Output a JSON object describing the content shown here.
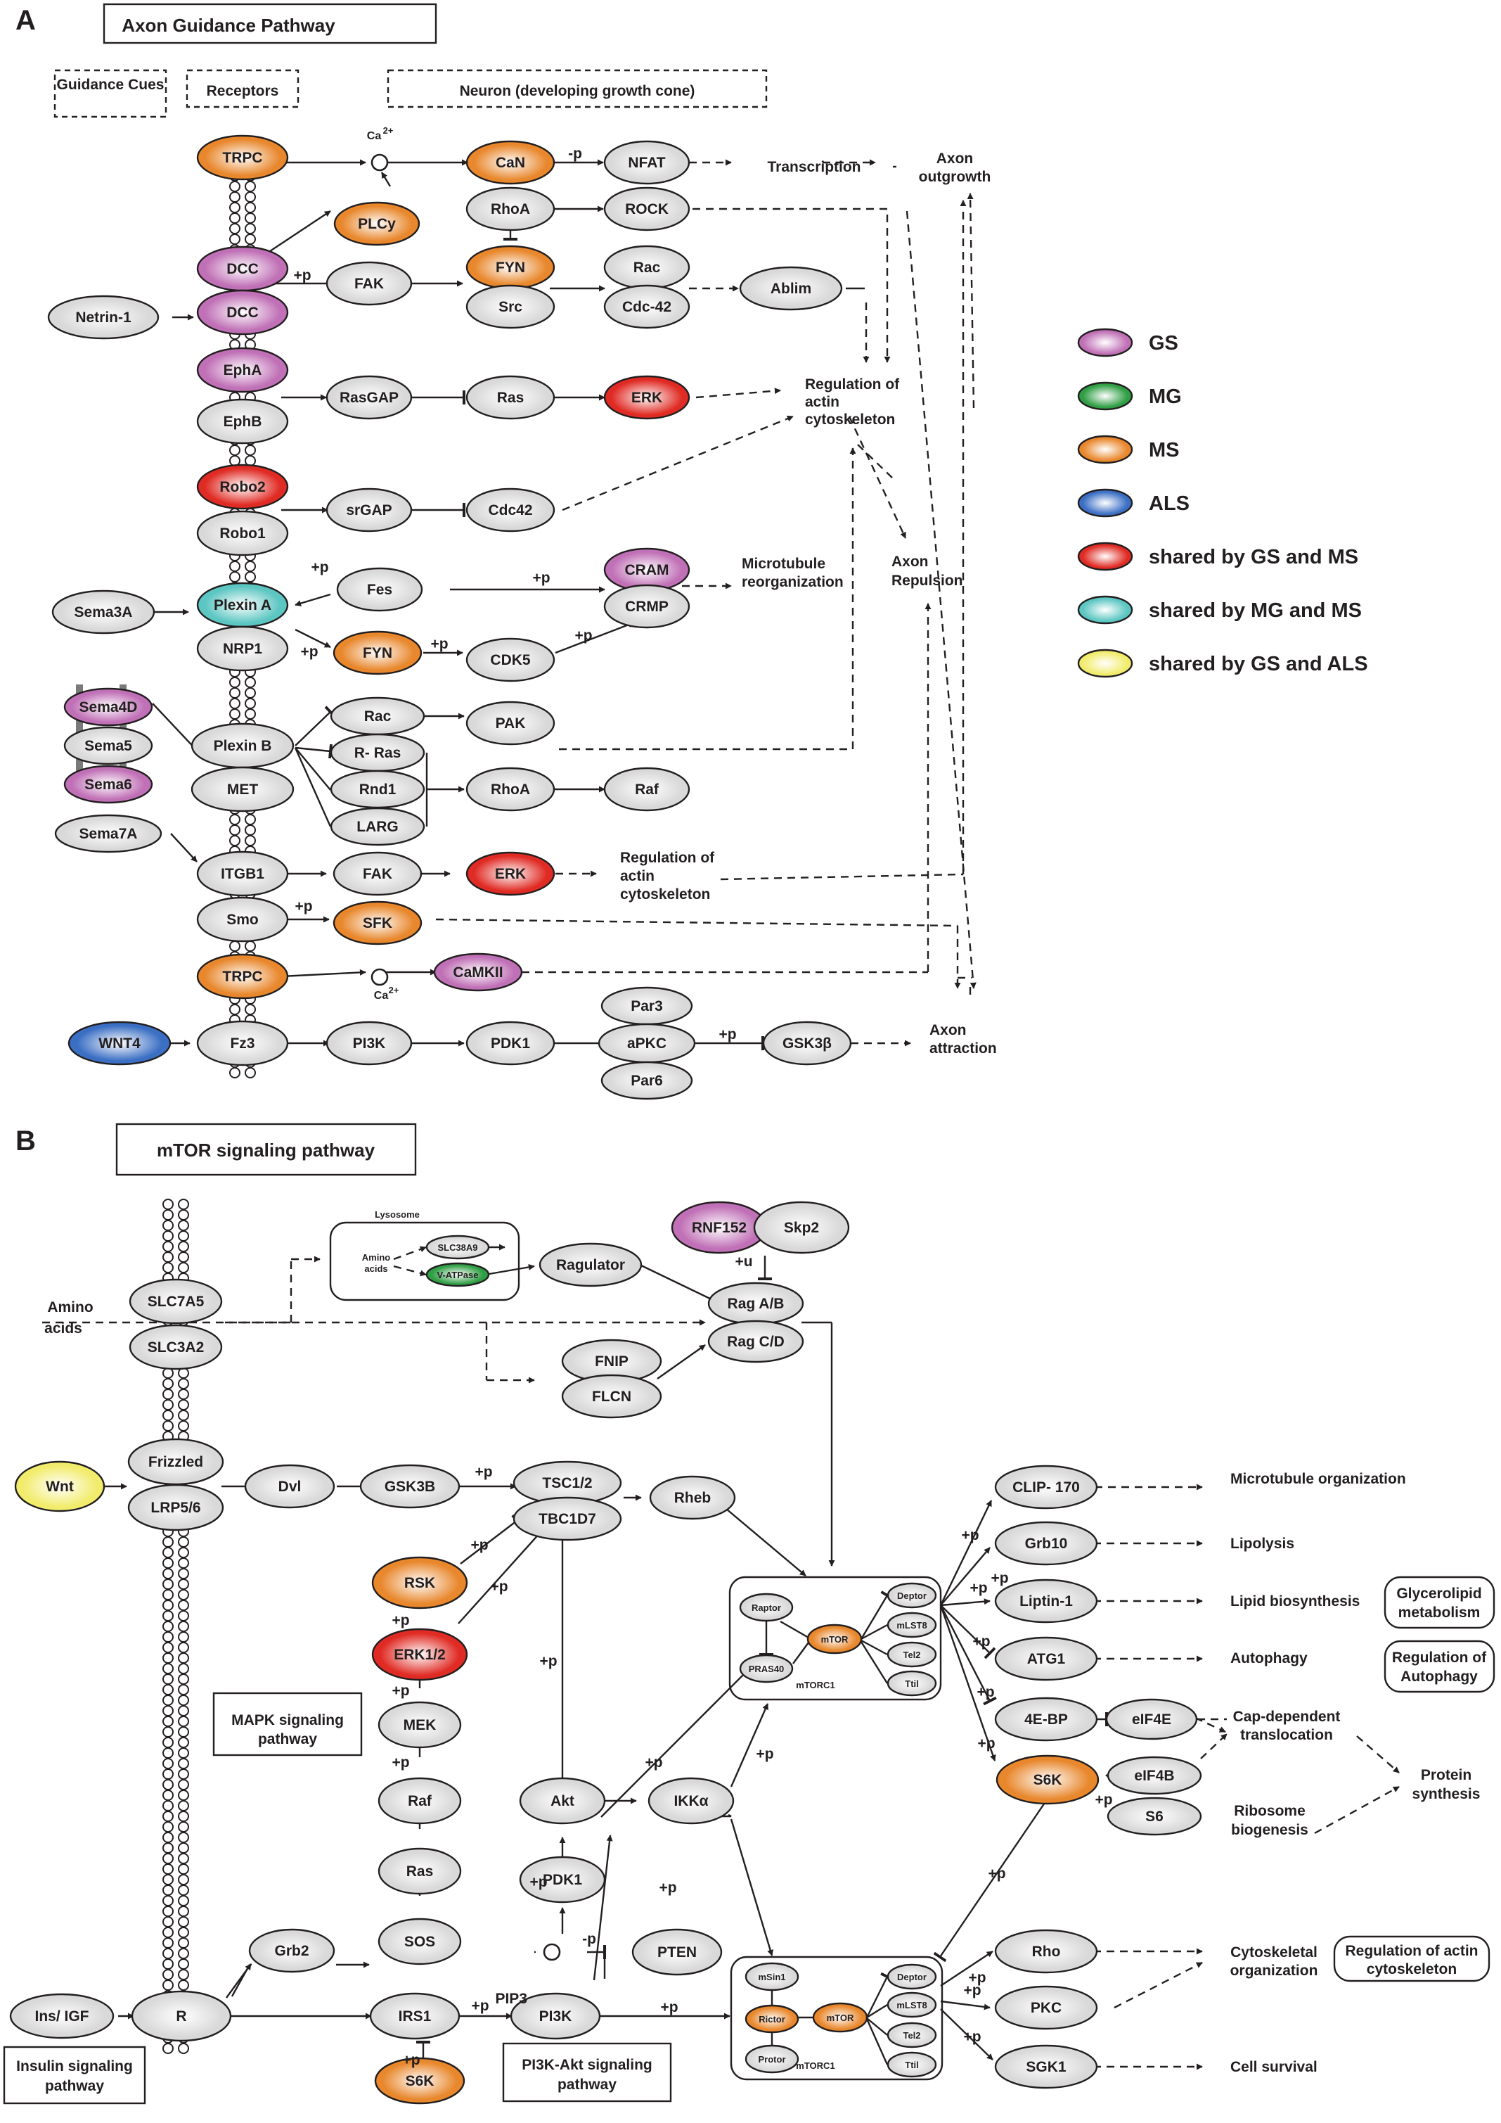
{
  "colors": {
    "gs": "#c070b6",
    "mg": "#2f9e44",
    "ms": "#e8872c",
    "als": "#3b6fc4",
    "gs_ms": "#e02b24",
    "mg_ms": "#5cc6c2",
    "gs_als": "#f2ec6c",
    "plain": "#d9d9d9"
  },
  "panel_a": {
    "letter": "A",
    "title": "Axon Guidance Pathway",
    "col_guidance": "Guidance Cues",
    "col_receptors": "Receptors",
    "col_neuron": "Neuron (developing growth cone)",
    "nodes": {
      "trpc1": "TRPC",
      "ca1": "Ca",
      "can": "CaN",
      "nfat": "NFAT",
      "plcy": "PLCy",
      "rhoa1": "RhoA",
      "rock": "ROCK",
      "dcc1": "DCC",
      "dcc2": "DCC",
      "netrin1": "Netrin-1",
      "fak1": "FAK",
      "fyn1": "FYN",
      "src": "Src",
      "rac1": "Rac",
      "cdc42a": "Cdc-42",
      "ablim": "Ablim",
      "epha": "EphA",
      "ephb": "EphB",
      "rasgap": "RasGAP",
      "ras": "Ras",
      "erk1": "ERK",
      "robo2": "Robo2",
      "robo1": "Robo1",
      "srgap": "srGAP",
      "cdc42b": "Cdc42",
      "sema3a": "Sema3A",
      "plexina": "Plexin A",
      "nrp1": "NRP1",
      "fes": "Fes",
      "cram": "CRAM",
      "crmp": "CRMP",
      "fyn2": "FYN",
      "cdk5": "CDK5",
      "sema4d": "Sema4D",
      "sema5": "Sema5",
      "sema6": "Sema6",
      "sema7a": "Sema7A",
      "plexinb": "Plexin B",
      "met": "MET",
      "rac2": "Rac",
      "rras": "R- Ras",
      "rnd1": "Rnd1",
      "larg": "LARG",
      "pak": "PAK",
      "rhoa2": "RhoA",
      "raf": "Raf",
      "itgb1": "ITGB1",
      "fak2": "FAK",
      "erk2": "ERK",
      "smo": "Smo",
      "sfk": "SFK",
      "trpc2": "TRPC",
      "ca2": "Ca",
      "camkii": "CaMKII",
      "wnt4": "WNT4",
      "fz3": "Fz3",
      "pi3k": "PI3K",
      "pdk1": "PDK1",
      "par3": "Par3",
      "apkc": "aPKC",
      "par6": "Par6",
      "gsk3b": "GSK3β"
    },
    "labels": {
      "ca_sup": "2+",
      "transcription": "Transcription",
      "axon_outgrowth_1": "Axon",
      "axon_outgrowth_2": "outgrowth",
      "reg_actin_1": "Regulation of",
      "reg_actin_2": "actin",
      "reg_actin_3": "cytoskeleton",
      "mt_reorg_1": "Microtubule",
      "mt_reorg_2": "reorganization",
      "axon_rep_1": "Axon",
      "axon_rep_2": "Repulsion",
      "reg_actin_b1": "Regulation of",
      "reg_actin_b2": "actin",
      "reg_actin_b3": "cytoskeleton",
      "axon_attr_1": "Axon",
      "axon_attr_2": "attraction",
      "minus_p": "-p",
      "plus_p": "+p"
    }
  },
  "legend": [
    {
      "label": "GS",
      "color": "gs"
    },
    {
      "label": "MG",
      "color": "mg"
    },
    {
      "label": "MS",
      "color": "ms"
    },
    {
      "label": "ALS",
      "color": "als"
    },
    {
      "label": "shared by GS and MS",
      "color": "gs_ms"
    },
    {
      "label": "shared by MG and MS",
      "color": "mg_ms"
    },
    {
      "label": "shared by GS and ALS",
      "color": "gs_als"
    }
  ],
  "panel_b": {
    "letter": "B",
    "title": "mTOR signaling pathway",
    "nodes": {
      "lysosome": "Lysosome",
      "amino_in_1": "Amino",
      "amino_in_2": "acids",
      "slc38a9": "SLC38A9",
      "vatpase": "V-ATPase",
      "ragulator": "Ragulator",
      "rnf152": "RNF152",
      "skp2": "Skp2",
      "ragab": "Rag A/B",
      "ragcd": "Rag C/D",
      "fnip": "FNIP",
      "flcn": "FLCN",
      "slc7a5": "SLC7A5",
      "slc3a2": "SLC3A2",
      "amino_out_1": "Amino",
      "amino_out_2": "acids",
      "wnt": "Wnt",
      "frizzled": "Frizzled",
      "lrp56": "LRP5/6",
      "dvl": "Dvl",
      "gsk3b": "GSK3B",
      "tsc12": "TSC1/2",
      "tbc1d7": "TBC1D7",
      "rheb": "Rheb",
      "rsk": "RSK",
      "erk12": "ERK1/2",
      "mek": "MEK",
      "raf": "Raf",
      "ras": "Ras",
      "sos": "SOS",
      "grb2": "Grb2",
      "akt": "Akt",
      "ikka": "IKKα",
      "pdk1": "PDK1",
      "pip3": "PIP3",
      "pten": "PTEN",
      "pi3k": "PI3K",
      "irs1": "IRS1",
      "s6k_bottom": "S6K",
      "ins_igf": "Ins/ IGF",
      "r": "R",
      "raptor": "Raptor",
      "deptor1": "Deptor",
      "mlst8_1": "mLST8",
      "mtor1": "mTOR",
      "tel2_1": "Tel2",
      "tti1_1": "Ttil",
      "pras40": "PRAS40",
      "mtorc1_a": "mTORC1",
      "msin1": "mSin1",
      "rictor": "Rictor",
      "protor": "Protor",
      "deptor2": "Deptor",
      "mlst8_2": "mLST8",
      "mtor2": "mTOR",
      "tel2_2": "Tel2",
      "tti1_2": "Ttil",
      "mtorc1_b": "mTORC1",
      "clip170": "CLIP- 170",
      "grb10": "Grb10",
      "liptin1": "Liptin-1",
      "atg1": "ATG1",
      "ebp4": "4E-BP",
      "eif4e": "eIF4E",
      "s6k": "S6K",
      "eif4b": "eIF4B",
      "s6": "S6",
      "rho": "Rho",
      "pkc": "PKC",
      "sgk1": "SGK1"
    },
    "labels": {
      "mt_org": "Microtubule organization",
      "lipolysis": "Lipolysis",
      "lipid_bio": "Lipid biosynthesis",
      "autophagy": "Autophagy",
      "cap_dep_1": "Cap-dependent",
      "cap_dep_2": "translocation",
      "protein_syn_1": "Protein",
      "protein_syn_2": "synthesis",
      "ribosome_1": "Ribosome",
      "ribosome_2": "biogenesis",
      "cyto_org_1": "Cytoskeletal",
      "cyto_org_2": "organization",
      "cell_survival": "Cell survival",
      "glycero_1": "Glycerolipid",
      "glycero_2": "metabolism",
      "reg_auto_1": "Regulation of",
      "reg_auto_2": "Autophagy",
      "reg_actin_1": "Regulation of actin",
      "reg_actin_2": "cytoskeleton",
      "mapk_1": "MAPK signaling",
      "mapk_2": "pathway",
      "insulin_1": "Insulin signaling",
      "insulin_2": "pathway",
      "pi3kakt_1": "PI3K-Akt signaling",
      "pi3kakt_2": "pathway",
      "plus_p": "+p",
      "plus_u": "+u",
      "minus_p": "-p"
    }
  }
}
